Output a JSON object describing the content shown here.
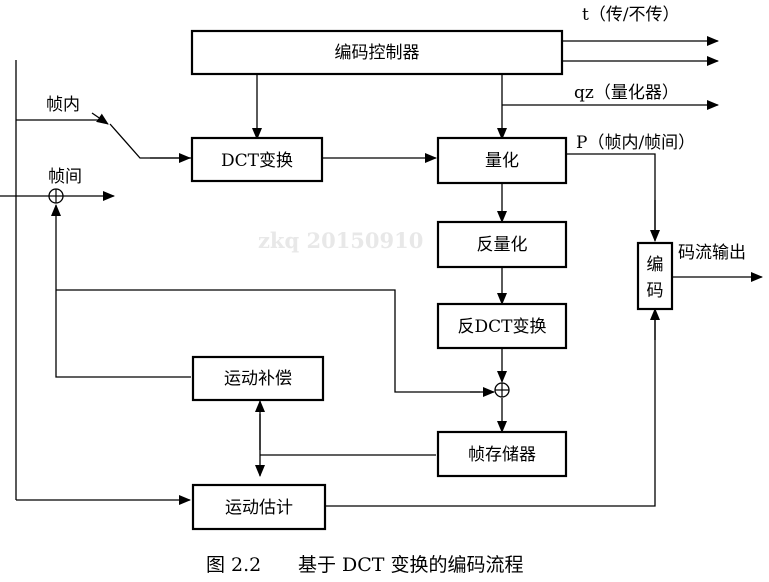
{
  "blocks": {
    "encoder_controller": "编码控制器",
    "dct": "DCT变换",
    "quantize": "量化",
    "inverse_quantize": "反量化",
    "inverse_dct": "反DCT变换",
    "motion_comp": "运动补偿",
    "frame_store": "帧存储器",
    "motion_est": "运动估计",
    "encode_char1": "编",
    "encode_char2": "码"
  },
  "signals": {
    "t": "t（传/不传）",
    "qz": "qz（量化器）",
    "p": "P（帧内/帧间）",
    "output": "码流输出",
    "intra": "帧内",
    "inter": "帧间"
  },
  "watermark": "zkq 20150910",
  "caption": {
    "number": "图 2.2",
    "title": "基于 DCT 变换的编码流程"
  }
}
